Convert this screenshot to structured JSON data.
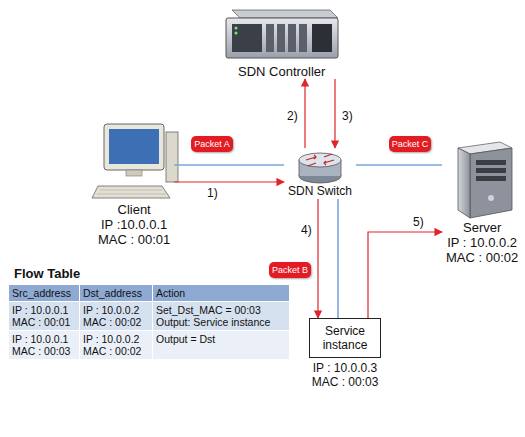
{
  "diagram": {
    "nodes": [
      {
        "text": [
          "SDN Controller"
        ]
      },
      {
        "text": [
          "Packet A"
        ]
      },
      {
        "text": [
          "Client",
          "IP :10.0.0.1",
          "MAC : 00:01"
        ]
      },
      {
        "text": [
          "SDN Switch"
        ]
      },
      {
        "text": [
          "Packet C"
        ]
      },
      {
        "text": [
          "Server",
          "IP : 10.0.0.2",
          "MAC : 00:02"
        ]
      },
      {
        "text": [
          "Packet B"
        ]
      },
      {
        "text": [
          "Service instance",
          "IP : 10.0.0.3",
          "MAC : 00:03"
        ]
      }
    ],
    "edges": [
      {
        "from": 2,
        "to": 3,
        "arrow": "none"
      },
      {
        "from": 3,
        "to": 5,
        "arrow": "none"
      },
      {
        "from": 3,
        "to": 7,
        "arrow": "none"
      },
      {
        "from": 2,
        "to": 3,
        "arrow": "to",
        "label": "1)"
      },
      {
        "from": 3,
        "to": 0,
        "arrow": "to",
        "label": "2)"
      },
      {
        "from": 0,
        "to": 3,
        "arrow": "to",
        "label": "3)"
      },
      {
        "from": 3,
        "to": 7,
        "arrow": "to",
        "label": "4)"
      },
      {
        "from": 7,
        "to": 5,
        "arrow": "to",
        "label": "5)"
      }
    ],
    "labels": [
      "Flow Table",
      "Src_address",
      "Dst_address",
      "Action",
      "IP : 10.0.0.1",
      "MAC : 00:01",
      "IP : 10.0.0.2",
      "MAC : 00:02",
      "Set_Dst_MAC = 00:03",
      "Output: Service instance",
      "IP : 10.0.0.1",
      "MAC : 00:03",
      "IP : 10.0.0.2",
      "MAC : 00:02",
      "Output = Dst"
    ]
  }
}
